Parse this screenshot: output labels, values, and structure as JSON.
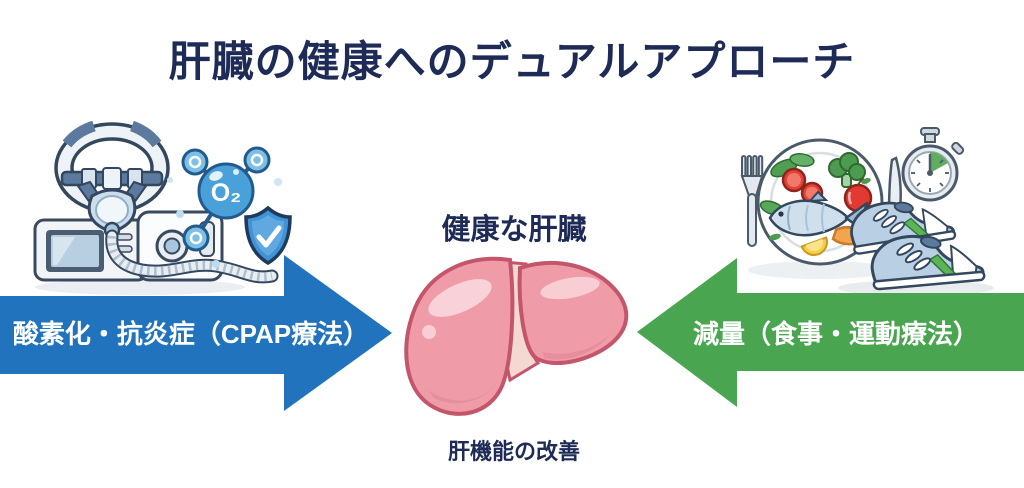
{
  "title": "肝臓の健康へのデュアルアプローチ",
  "center": {
    "healthy_liver_label": "健康な肝臓",
    "outcome_label": "肝機能の改善"
  },
  "left_approach": {
    "arrow_label": "酸素化・抗炎症（CPAP療法）",
    "arrow_color": "#2173bd",
    "o2_label": "O₂",
    "icons": [
      "cpap-machine",
      "cpap-mask",
      "o2-molecule",
      "shield-check"
    ]
  },
  "right_approach": {
    "arrow_label": "減量（食事・運動療法）",
    "arrow_color": "#4aa551",
    "icons": [
      "fork",
      "healthy-meal-plate",
      "fish",
      "knife",
      "stopwatch",
      "running-shoes"
    ]
  },
  "colors": {
    "background": "#ffffff",
    "title_text": "#1d2b56",
    "arrow_text": "#ffffff",
    "liver_fill": "#f09ca8",
    "liver_outline": "#c4566b",
    "o2_blue": "#4aa0d8",
    "shield_blue": "#3f93d6",
    "stopwatch_green": "#5fae5f"
  }
}
